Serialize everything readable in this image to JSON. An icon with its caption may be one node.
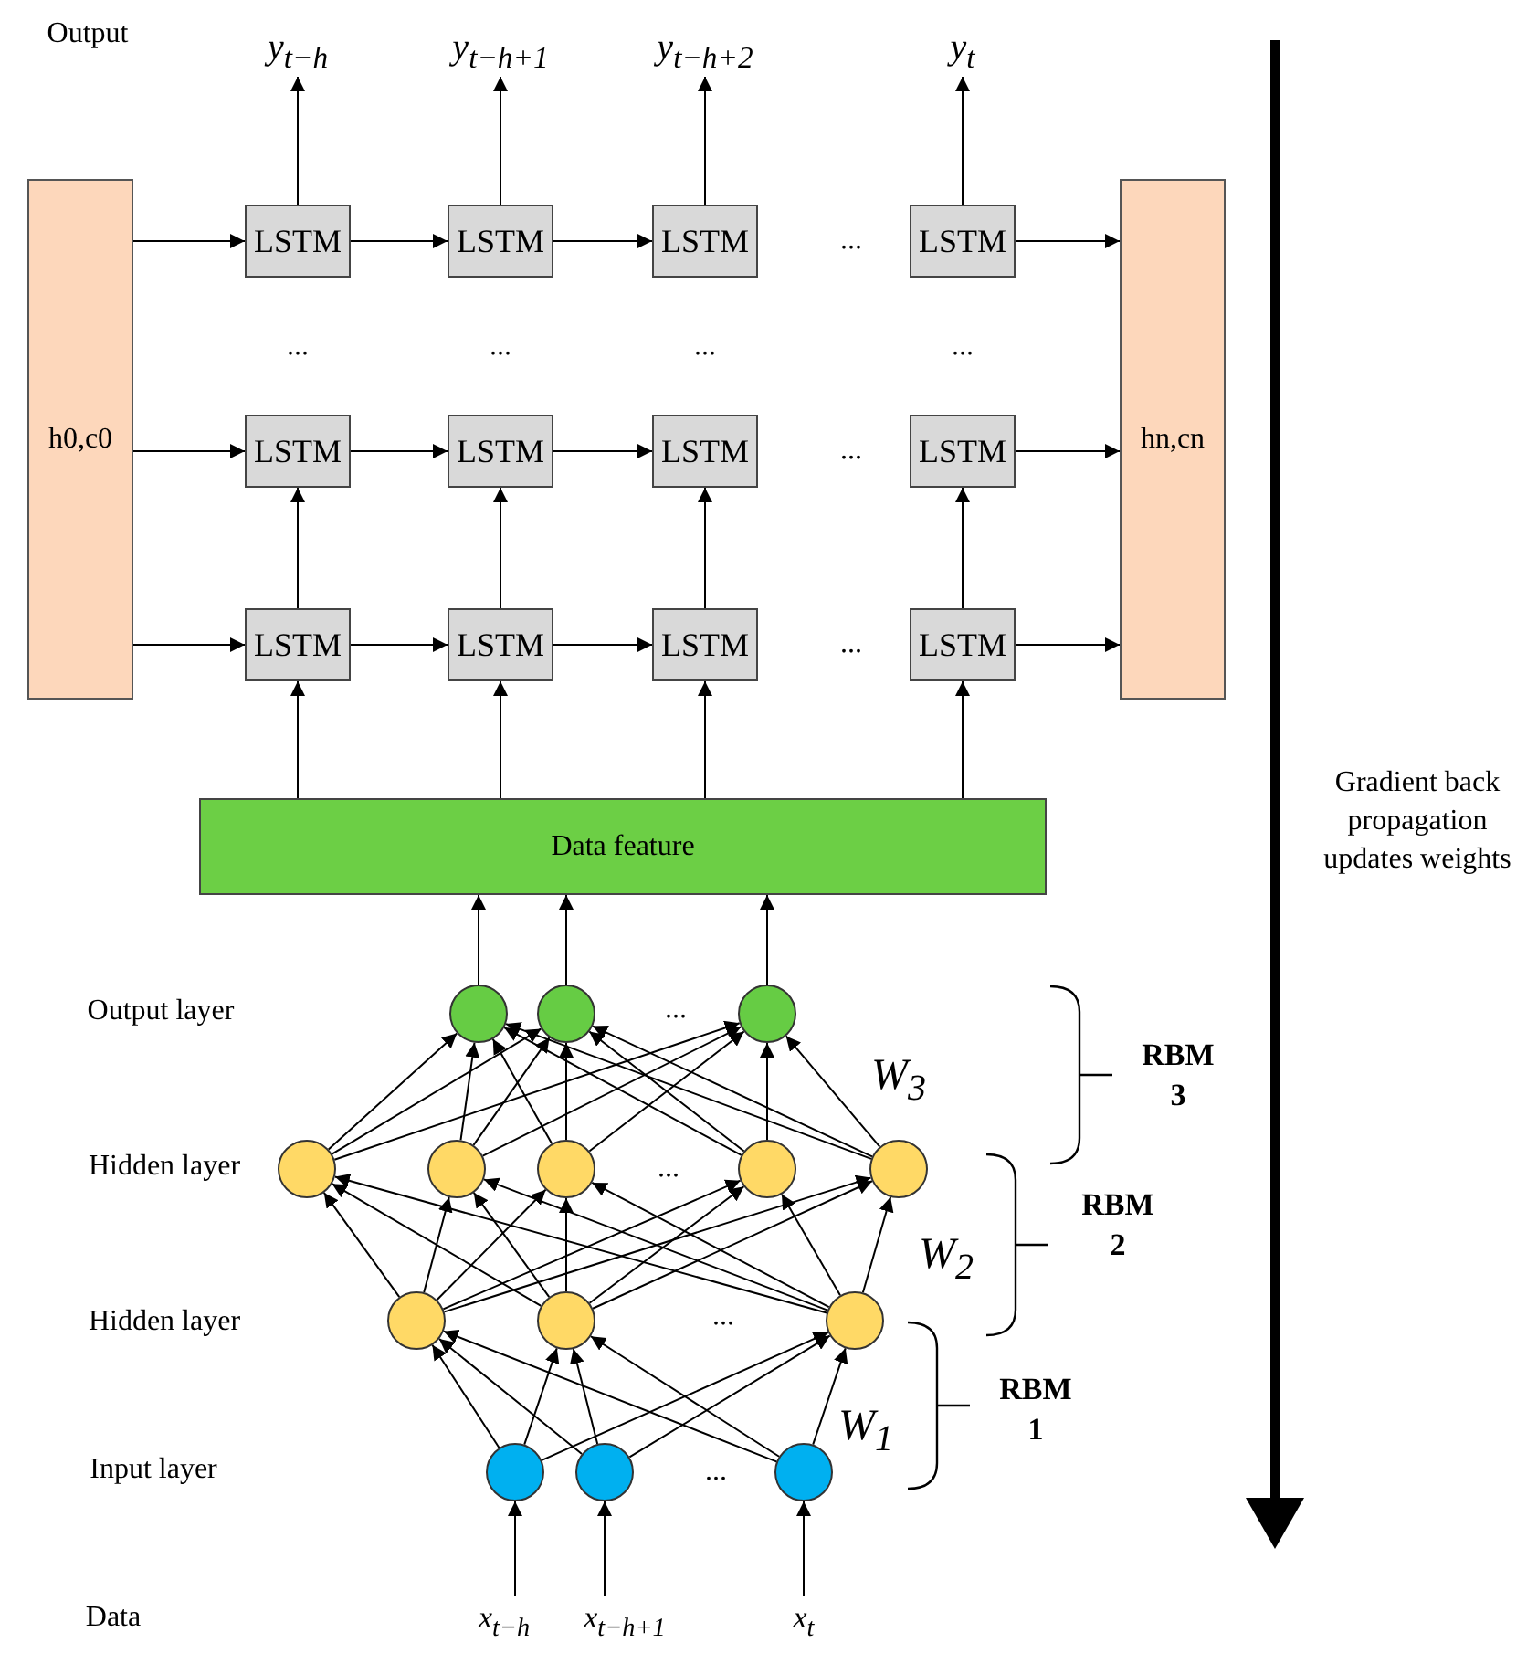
{
  "diagram": {
    "nodes": [
      {
        "text": [
          "y$_{t−h}$"
        ]
      },
      {
        "text": [
          "y$_{t−h+1}$"
        ]
      },
      {
        "text": [
          "y$_{t−h+2}$"
        ]
      },
      {
        "text": [
          "y$_{t}$"
        ]
      },
      {
        "text": [
          "h0,c0"
        ]
      },
      {
        "text": [
          "LSTM"
        ]
      },
      {
        "text": [
          "LSTM"
        ]
      },
      {
        "text": [
          "LSTM"
        ]
      },
      {
        "text": [
          "LSTM"
        ]
      },
      {
        "text": [
          "hn,cn"
        ]
      },
      {
        "text": [
          "LSTM"
        ]
      },
      {
        "text": [
          "LSTM"
        ]
      },
      {
        "text": [
          "LSTM"
        ]
      },
      {
        "text": [
          "LSTM"
        ]
      },
      {
        "text": [
          "LSTM"
        ]
      },
      {
        "text": [
          "LSTM"
        ]
      },
      {
        "text": [
          "LSTM"
        ]
      },
      {
        "text": [
          "LSTM"
        ]
      },
      {
        "text": [
          "Data feature"
        ]
      },
      {
        "text": [],
        "shape": "circle"
      },
      {
        "text": [],
        "shape": "circle"
      },
      {
        "text": [],
        "shape": "circle"
      },
      {
        "text": [],
        "shape": "circle"
      },
      {
        "text": [],
        "shape": "circle"
      },
      {
        "text": [],
        "shape": "circle"
      },
      {
        "text": [],
        "shape": "circle"
      },
      {
        "text": [],
        "shape": "circle"
      },
      {
        "text": [],
        "shape": "circle"
      },
      {
        "text": [],
        "shape": "circle"
      },
      {
        "text": [],
        "shape": "circle"
      },
      {
        "text": [],
        "shape": "circle"
      },
      {
        "text": [],
        "shape": "circle"
      },
      {
        "text": [],
        "shape": "circle"
      },
      {
        "text": [
          "x$_{t−h}$"
        ]
      },
      {
        "text": [
          "x$_{t−h+1}$"
        ]
      },
      {
        "text": [
          "x$_{t}$"
        ]
      }
    ],
    "edges": [
      {
        "from": 5,
        "to": 0,
        "arrow": "to"
      },
      {
        "from": 6,
        "to": 1,
        "arrow": "to"
      },
      {
        "from": 7,
        "to": 2,
        "arrow": "to"
      },
      {
        "from": 8,
        "to": 3,
        "arrow": "to"
      },
      {
        "from": 4,
        "to": 5,
        "arrow": "to"
      },
      {
        "from": 5,
        "to": 6,
        "arrow": "to"
      },
      {
        "from": 6,
        "to": 7,
        "arrow": "to"
      },
      {
        "from": 8,
        "to": 9,
        "arrow": "to"
      },
      {
        "from": 4,
        "to": 10,
        "arrow": "to"
      },
      {
        "from": 10,
        "to": 11,
        "arrow": "to"
      },
      {
        "from": 11,
        "to": 12,
        "arrow": "to"
      },
      {
        "from": 13,
        "to": 9,
        "arrow": "to"
      },
      {
        "from": 4,
        "to": 14,
        "arrow": "to"
      },
      {
        "from": 14,
        "to": 15,
        "arrow": "to"
      },
      {
        "from": 15,
        "to": 16,
        "arrow": "to"
      },
      {
        "from": 17,
        "to": 9,
        "arrow": "to"
      },
      {
        "from": 14,
        "to": 10,
        "arrow": "to"
      },
      {
        "from": 15,
        "to": 11,
        "arrow": "to"
      },
      {
        "from": 16,
        "to": 12,
        "arrow": "to"
      },
      {
        "from": 17,
        "to": 13,
        "arrow": "to"
      },
      {
        "from": 18,
        "to": 14,
        "arrow": "to"
      },
      {
        "from": 18,
        "to": 15,
        "arrow": "to"
      },
      {
        "from": 18,
        "to": 16,
        "arrow": "to"
      },
      {
        "from": 18,
        "to": 17,
        "arrow": "to"
      },
      {
        "from": 19,
        "to": 18,
        "arrow": "to"
      },
      {
        "from": 20,
        "to": 18,
        "arrow": "to"
      },
      {
        "from": 21,
        "to": 18,
        "arrow": "to"
      },
      {
        "from": 22,
        "to": 19,
        "arrow": "to"
      },
      {
        "from": 22,
        "to": 20,
        "arrow": "to"
      },
      {
        "from": 22,
        "to": 21,
        "arrow": "to"
      },
      {
        "from": 23,
        "to": 19,
        "arrow": "to"
      },
      {
        "from": 23,
        "to": 20,
        "arrow": "to"
      },
      {
        "from": 23,
        "to": 21,
        "arrow": "to"
      },
      {
        "from": 24,
        "to": 19,
        "arrow": "to"
      },
      {
        "from": 24,
        "to": 20,
        "arrow": "to"
      },
      {
        "from": 24,
        "to": 21,
        "arrow": "to"
      },
      {
        "from": 25,
        "to": 19,
        "arrow": "to"
      },
      {
        "from": 25,
        "to": 20,
        "arrow": "to"
      },
      {
        "from": 25,
        "to": 21,
        "arrow": "to"
      },
      {
        "from": 26,
        "to": 19,
        "arrow": "to"
      },
      {
        "from": 26,
        "to": 20,
        "arrow": "to"
      },
      {
        "from": 26,
        "to": 21,
        "arrow": "to"
      },
      {
        "from": 27,
        "to": 22,
        "arrow": "to"
      },
      {
        "from": 27,
        "to": 23,
        "arrow": "to"
      },
      {
        "from": 27,
        "to": 24,
        "arrow": "to"
      },
      {
        "from": 27,
        "to": 25,
        "arrow": "to"
      },
      {
        "from": 27,
        "to": 26,
        "arrow": "to"
      },
      {
        "from": 28,
        "to": 22,
        "arrow": "to"
      },
      {
        "from": 28,
        "to": 23,
        "arrow": "to"
      },
      {
        "from": 28,
        "to": 24,
        "arrow": "to"
      },
      {
        "from": 28,
        "to": 25,
        "arrow": "to"
      },
      {
        "from": 28,
        "to": 26,
        "arrow": "to"
      },
      {
        "from": 29,
        "to": 22,
        "arrow": "to"
      },
      {
        "from": 29,
        "to": 23,
        "arrow": "to"
      },
      {
        "from": 29,
        "to": 24,
        "arrow": "to"
      },
      {
        "from": 29,
        "to": 25,
        "arrow": "to"
      },
      {
        "from": 29,
        "to": 26,
        "arrow": "to"
      },
      {
        "from": 30,
        "to": 27,
        "arrow": "to"
      },
      {
        "from": 30,
        "to": 28,
        "arrow": "to"
      },
      {
        "from": 30,
        "to": 29,
        "arrow": "to"
      },
      {
        "from": 31,
        "to": 27,
        "arrow": "to"
      },
      {
        "from": 31,
        "to": 28,
        "arrow": "to"
      },
      {
        "from": 31,
        "to": 29,
        "arrow": "to"
      },
      {
        "from": 32,
        "to": 27,
        "arrow": "to"
      },
      {
        "from": 32,
        "to": 28,
        "arrow": "to"
      },
      {
        "from": 32,
        "to": 29,
        "arrow": "to"
      },
      {
        "from": 33,
        "to": 30,
        "arrow": "to"
      },
      {
        "from": 34,
        "to": 31,
        "arrow": "to"
      },
      {
        "from": 35,
        "to": 32,
        "arrow": "to"
      }
    ],
    "labels": [
      "Output",
      "...",
      "...",
      "...",
      "...",
      "...",
      "...",
      "...",
      "Gradient back propagation updates weights",
      "Output layer",
      "...",
      "W$_{3}$",
      "RBM 3",
      "Hidden layer",
      "...",
      "RBM 2",
      "W$_{2}$",
      "Hidden layer",
      "...",
      "RBM 1",
      "W$_{1}$",
      "Input layer",
      "...",
      "Data"
    ]
  }
}
